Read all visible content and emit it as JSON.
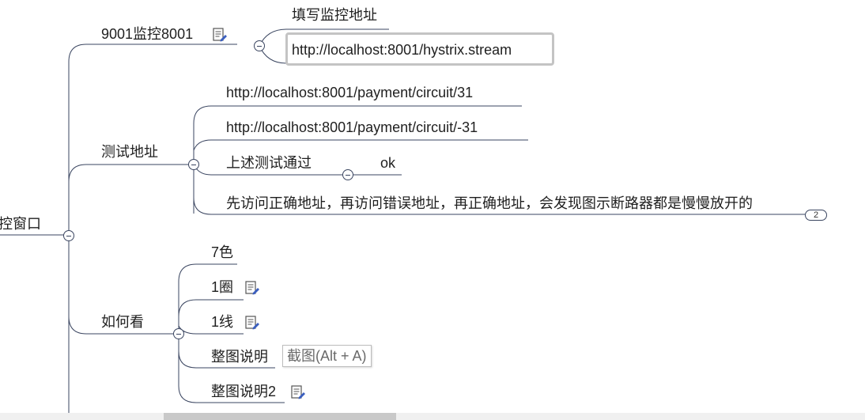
{
  "mindmap": {
    "root": {
      "label": "控窗口"
    },
    "branches": {
      "monitor": {
        "label": "9001监控8001",
        "children": {
          "fill_address": "填写监控地址",
          "stream_url": "http://localhost:8001/hystrix.stream"
        }
      },
      "test": {
        "label": "测试地址",
        "children": {
          "url_ok": "http://localhost:8001/payment/circuit/31",
          "url_err": "http://localhost:8001/payment/circuit/-31",
          "passed": "上述测试通过",
          "passed_child": "ok",
          "observe": "先访问正确地址，再访问错误地址，再正确地址，会发现图示断路器都是慢慢放开的",
          "observe_hidden_count": "2"
        }
      },
      "howto": {
        "label": "如何看",
        "children": {
          "c7": "7色",
          "c1q": "1圈",
          "c1x": "1线",
          "whole": "整图说明",
          "whole2": "整图说明2"
        }
      }
    },
    "tooltip": "截图(Alt + A)"
  },
  "colors": {
    "line": "#3a4560",
    "note_icon": "#3b5fbf",
    "selection": "#c4c4c4",
    "scroll_thumb": "#c9c9c9"
  }
}
